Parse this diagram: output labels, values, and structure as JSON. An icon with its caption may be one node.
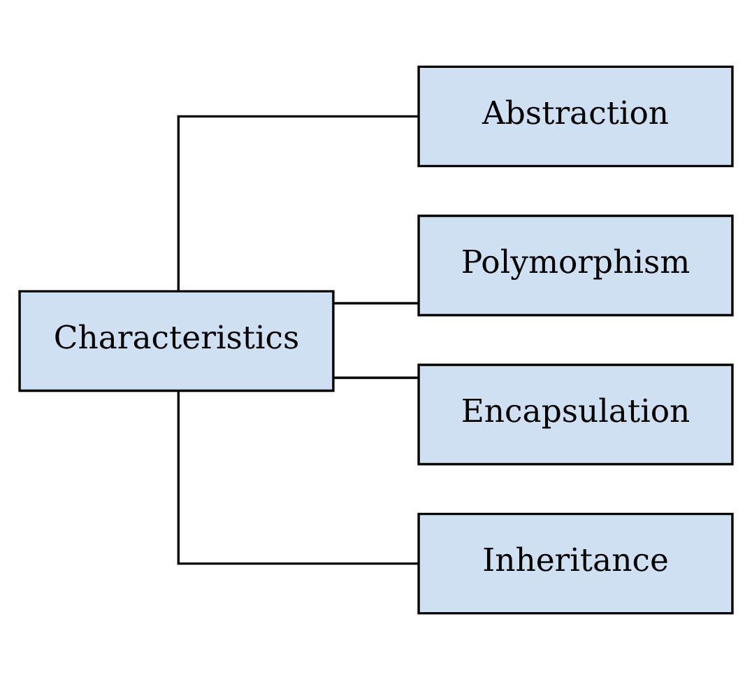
{
  "diagram": {
    "nodes": [
      {
        "text": [
          "Characteristics"
        ]
      },
      {
        "text": [
          "Abstraction"
        ]
      },
      {
        "text": [
          "Polymorphism"
        ]
      },
      {
        "text": [
          "Encapsulation"
        ]
      },
      {
        "text": [
          "Inheritance"
        ]
      }
    ],
    "edges": [
      {
        "from": 0,
        "to": 1,
        "arrow": "none"
      },
      {
        "from": 0,
        "to": 2,
        "arrow": "none"
      },
      {
        "from": 0,
        "to": 3,
        "arrow": "none"
      },
      {
        "from": 0,
        "to": 4,
        "arrow": "none"
      }
    ]
  }
}
